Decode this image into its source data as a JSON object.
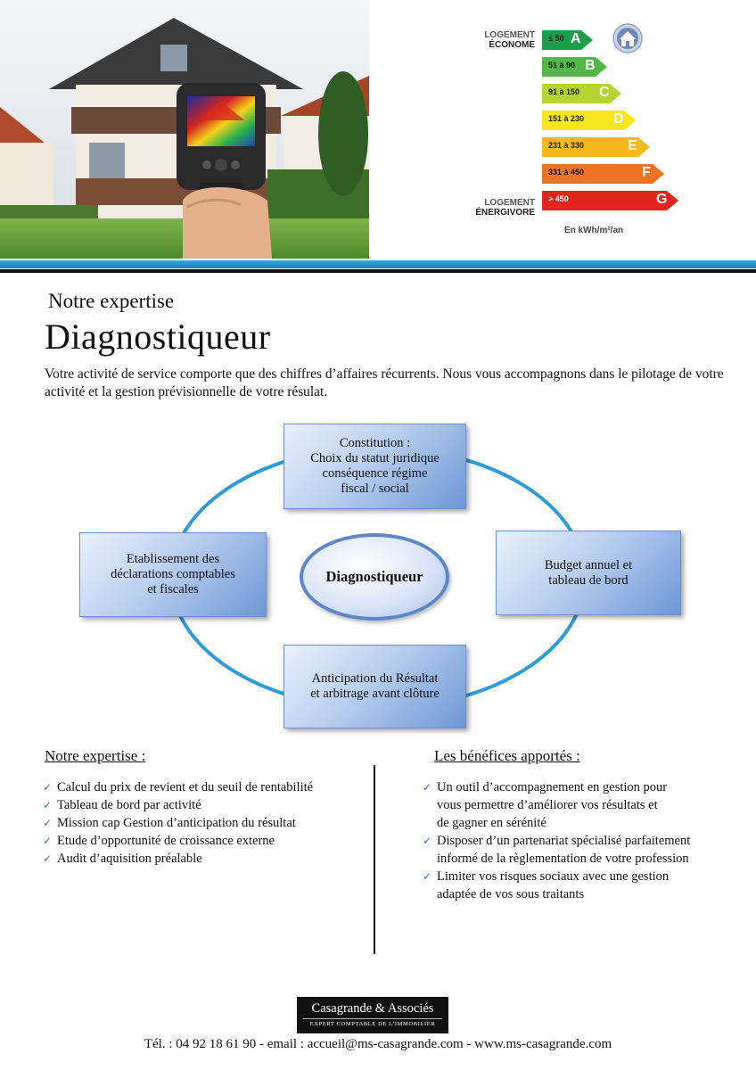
{
  "energy_label": {
    "top_label_line1": "LOGEMENT",
    "top_label_line2": "ÉCONOME",
    "bottom_label_line1": "LOGEMENT",
    "bottom_label_line2": "ÉNERGIVORE",
    "unit": "En kWh/m²/an",
    "classes": [
      {
        "letter": "A",
        "range": "≤ 50",
        "color": "#1e9e4a"
      },
      {
        "letter": "B",
        "range": "51 à 90",
        "color": "#52b947"
      },
      {
        "letter": "C",
        "range": "91 à 150",
        "color": "#b7d433"
      },
      {
        "letter": "D",
        "range": "151 à 230",
        "color": "#f5e71c"
      },
      {
        "letter": "E",
        "range": "231 à 330",
        "color": "#f6b91d"
      },
      {
        "letter": "F",
        "range": "331 à 450",
        "color": "#ec7424"
      },
      {
        "letter": "G",
        "range": "> 450",
        "color": "#e2241d"
      }
    ]
  },
  "header": {
    "subtitle": "Notre expertise",
    "title": "Diagnostiqueur",
    "intro": "Votre activité de service comporte que des chiffres d’affaires récurrents. Nous vous accompagnons dans le pilotage de votre activité et la gestion prévisionnelle de votre résulat."
  },
  "diagram": {
    "center": "Diagnostiqueur",
    "top": [
      "Constitution :",
      "Choix du statut juridique",
      "conséquence régime",
      "fiscal / social"
    ],
    "left": [
      "Etablissement des",
      "déclarations comptables",
      "et fiscales"
    ],
    "right": [
      "Budget annuel et",
      "tableau de bord"
    ],
    "bottom": [
      "Anticipation du Résultat",
      "et arbitrage avant clôture"
    ]
  },
  "expertise": {
    "title": "Notre expertise :",
    "items": [
      [
        "Calcul du prix de revient et du seuil de rentabilité"
      ],
      [
        "Tableau de bord par activité"
      ],
      [
        "Mission cap Gestion d’anticipation du résultat"
      ],
      [
        "Etude d’opportunité de croissance externe"
      ],
      [
        "Audit d’aquisition préalable"
      ]
    ]
  },
  "benefits": {
    "title": "Les bénéfices apportés :",
    "items": [
      [
        "Un outil d’accompagnement en gestion pour",
        "vous permettre d’améliorer vos résultats et",
        "de gagner en sérénité"
      ],
      [
        "Disposer d’un partenariat spécialisé parfaitement",
        "informé de la règlementation de votre profession"
      ],
      [
        "Limiter vos risques sociaux avec une gestion",
        "adaptée de vos sous traitants"
      ]
    ]
  },
  "footer": {
    "logo_name": "Casagrande & Associés",
    "logo_tagline": "EXPERT COMPTABLE DE L’IMMOBILIER",
    "contact": "Tél. : 04 92 18 61 90  -  email : accueil@ms-casagrande.com  - www.ms-casagrande.com"
  }
}
